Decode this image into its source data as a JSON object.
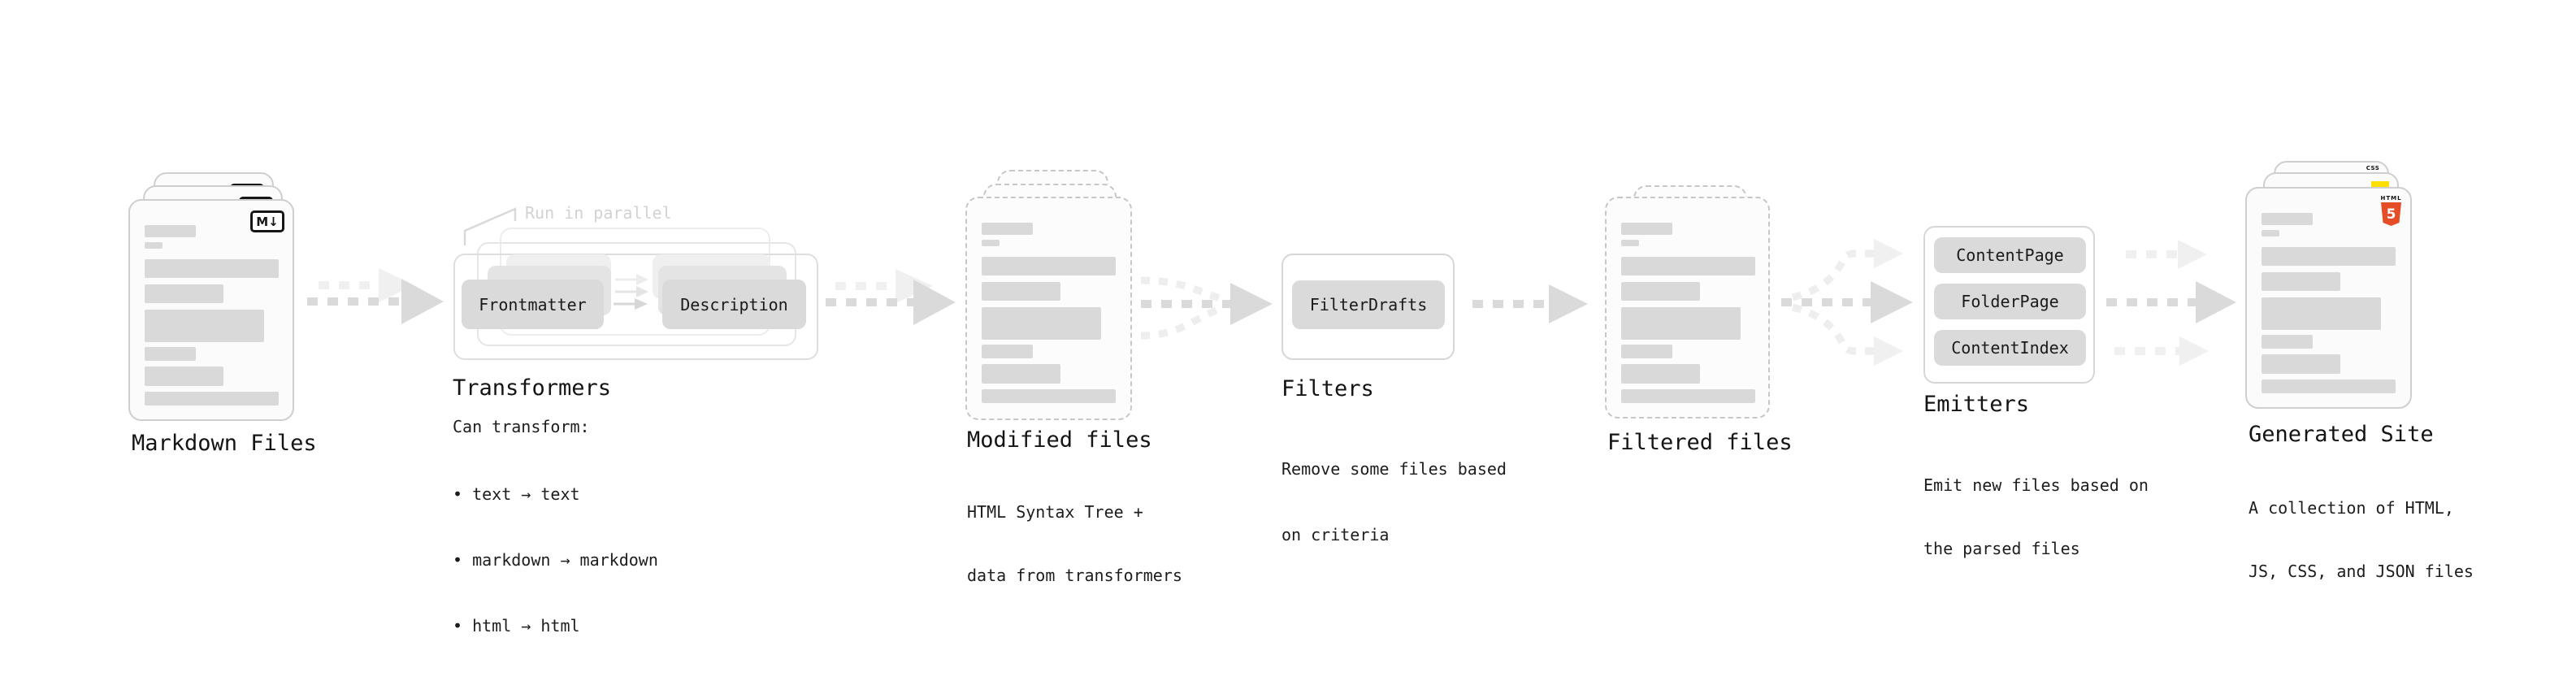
{
  "diagram": {
    "stages": {
      "markdown_files": {
        "title": "Markdown Files",
        "badge": "M↓"
      },
      "transformers": {
        "title": "Transformers",
        "note": "Run in parallel",
        "boxes": [
          "Frontmatter",
          "Description"
        ],
        "desc_heading": "Can transform:",
        "bullets": [
          "• text → text",
          "• markdown → markdown",
          "• html → html"
        ]
      },
      "modified_files": {
        "title": "Modified files",
        "subtitle": [
          "HTML Syntax Tree +",
          "data from transformers"
        ]
      },
      "filters": {
        "title": "Filters",
        "boxes": [
          "FilterDrafts"
        ],
        "subtitle": [
          "Remove some files based",
          "on criteria"
        ]
      },
      "filtered_files": {
        "title": "Filtered files"
      },
      "emitters": {
        "title": "Emitters",
        "boxes": [
          "ContentPage",
          "FolderPage",
          "ContentIndex"
        ],
        "subtitle": [
          "Emit new files based on",
          "the parsed files"
        ]
      },
      "generated_site": {
        "title": "Generated Site",
        "subtitle": [
          "A collection of HTML,",
          "JS, CSS, and JSON files"
        ],
        "html5_label": "HTML",
        "html5_number": "5",
        "css_label": "CSS"
      }
    },
    "colors": {
      "bar": "#d9d9d9",
      "html5_orange": "#e44d26",
      "css_blue": "#2b60e6",
      "js_yellow": "#ffdf00",
      "arrow_dark": "#dadada",
      "arrow_light": "#f0f0f0"
    }
  }
}
